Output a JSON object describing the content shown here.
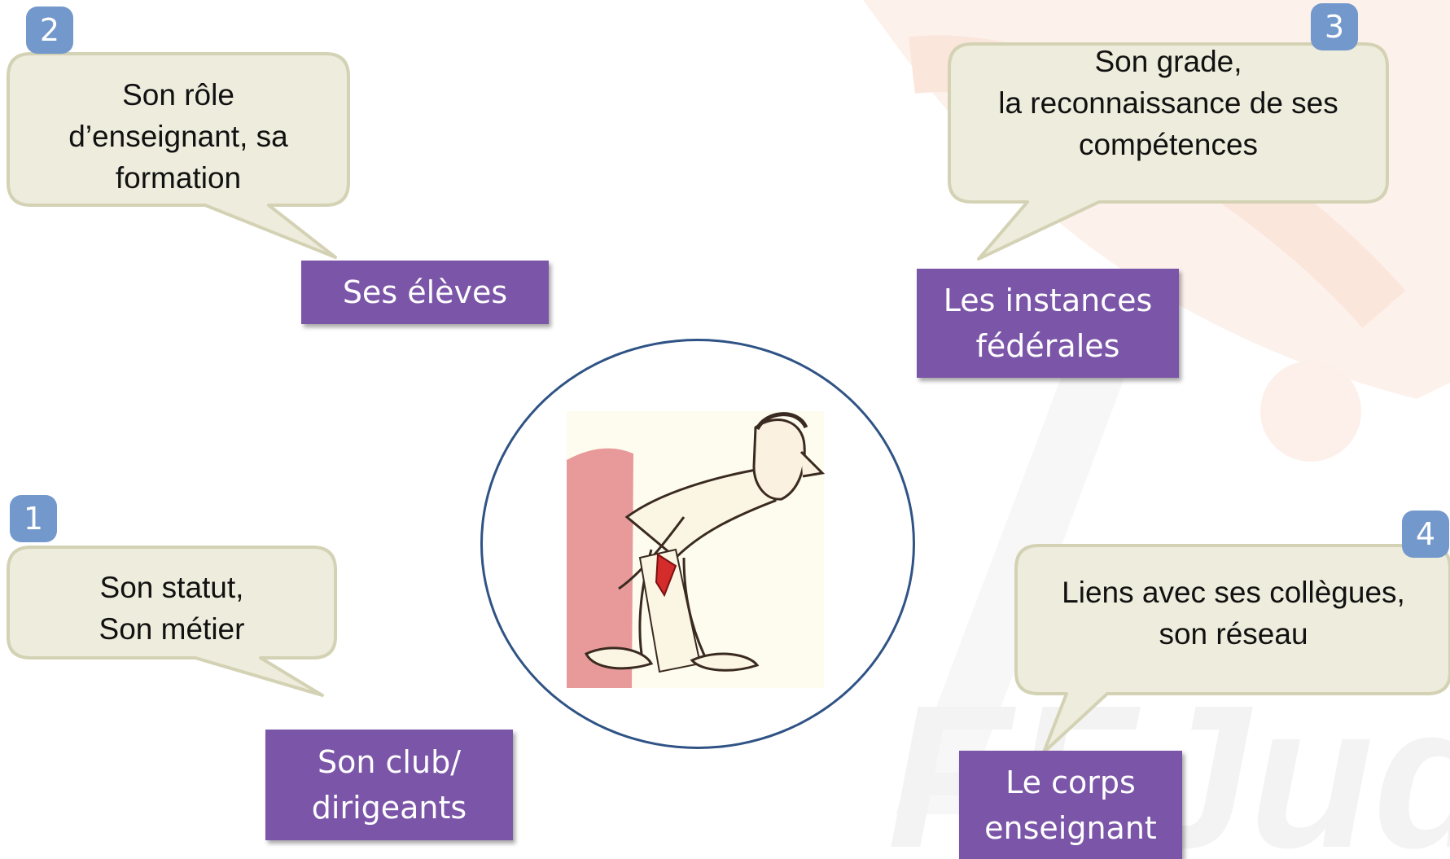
{
  "center": {
    "image": "judoka-bowing-illustration"
  },
  "nodes": [
    {
      "badge": "2",
      "bubble": [
        "Son rôle",
        "d’enseignant, sa",
        "formation"
      ],
      "box": [
        "Ses élèves"
      ]
    },
    {
      "badge": "3",
      "bubble": [
        "Son grade,",
        "la reconnaissance de ses",
        "compétences"
      ],
      "box": [
        "Les instances",
        "fédérales"
      ]
    },
    {
      "badge": "1",
      "bubble": [
        "Son statut,",
        "Son métier"
      ],
      "box": [
        "Son club/",
        "dirigeants"
      ]
    },
    {
      "badge": "4",
      "bubble": [
        "Liens avec ses collègues,",
        "son réseau"
      ],
      "box": [
        "Le corps",
        "enseignant"
      ]
    }
  ],
  "colors": {
    "bubble": "#eeecdc",
    "bubble_border": "#d4d2b4",
    "badge": "#7398cc",
    "box": "#7b55a8",
    "circle": "#2f5385",
    "watermark": "#fbeae2"
  }
}
